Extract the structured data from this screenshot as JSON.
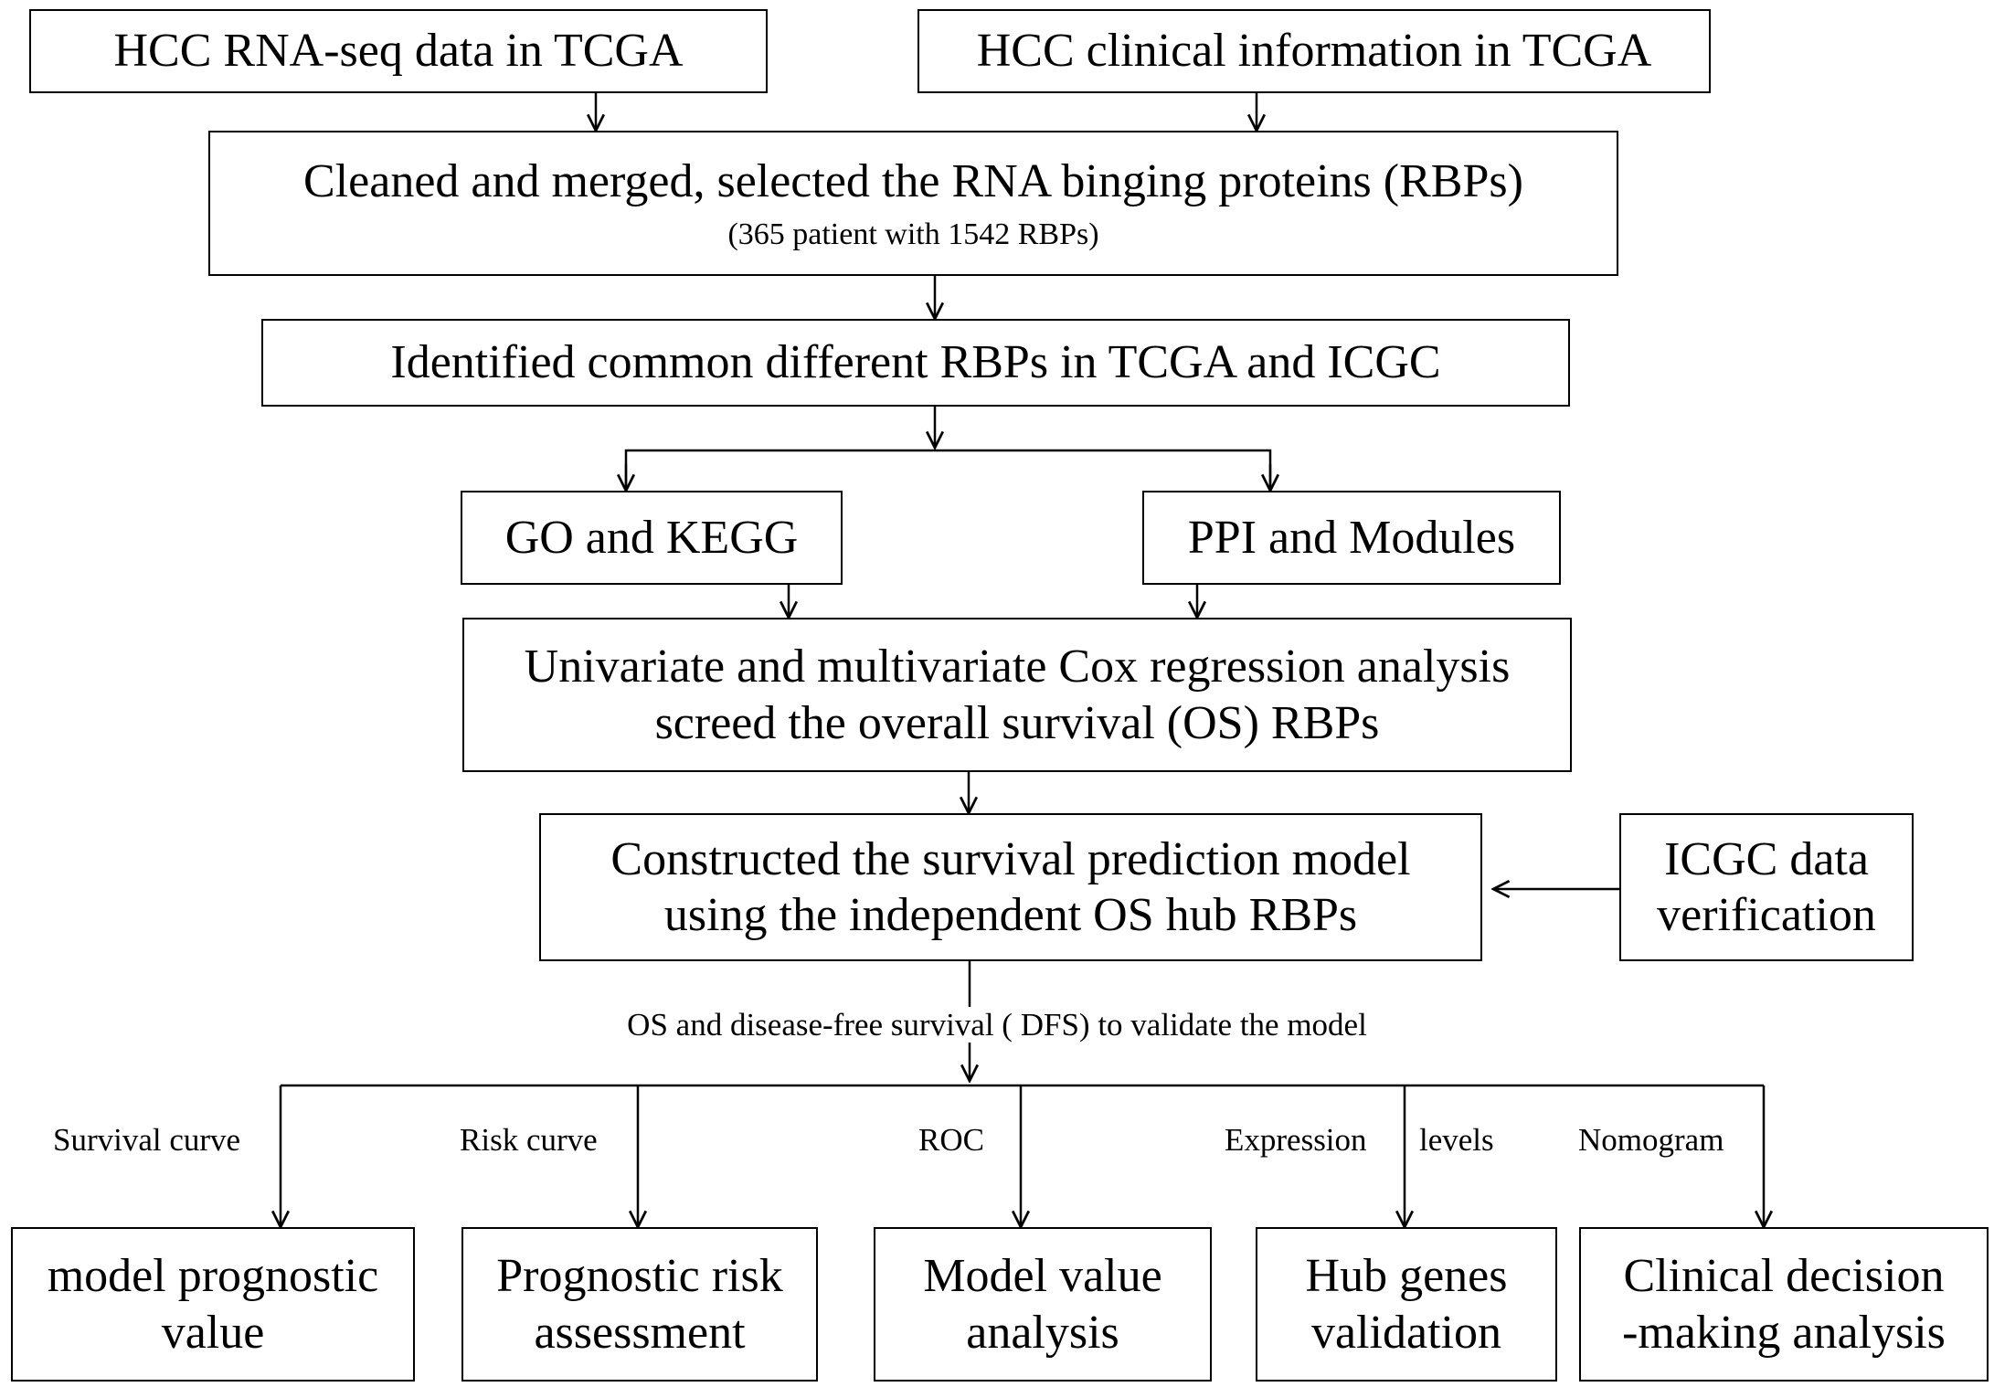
{
  "flowchart": {
    "nodes": {
      "rnaseq": {
        "text": "HCC RNA-seq data in TCGA"
      },
      "clinical": {
        "text": "HCC clinical information in TCGA"
      },
      "cleaned": {
        "text": "Cleaned and merged, selected the RNA binging proteins (RBPs)",
        "subtext": "(365 patient with 1542 RBPs)"
      },
      "identified": {
        "text": "Identified common different RBPs in TCGA and ICGC"
      },
      "go_kegg": {
        "text": "GO and KEGG"
      },
      "ppi": {
        "text": "PPI and Modules"
      },
      "cox": {
        "line1": "Univariate and multivariate Cox regression analysis",
        "line2": "screed the overall survival (OS)  RBPs"
      },
      "constructed": {
        "line1": "Constructed the survival prediction model",
        "line2": "using the independent OS hub RBPs"
      },
      "icgc": {
        "line1": "ICGC data",
        "line2": "verification"
      },
      "prognostic_value": {
        "line1": "model prognostic",
        "line2": "value"
      },
      "risk_assessment": {
        "line1": "Prognostic risk",
        "line2": "assessment"
      },
      "model_value": {
        "line1": "Model value",
        "line2": "analysis"
      },
      "hub_genes": {
        "line1": "Hub genes",
        "line2": "validation"
      },
      "clinical_decision": {
        "line1": "Clinical decision",
        "line2": "-making analysis"
      }
    },
    "edge_labels": {
      "validate": "OS and disease-free survival ( DFS) to validate the model",
      "survival_curve": "Survival curve",
      "risk_curve": "Risk curve",
      "roc": "ROC",
      "expression": "Expression",
      "levels": "levels",
      "nomogram": "Nomogram"
    }
  }
}
